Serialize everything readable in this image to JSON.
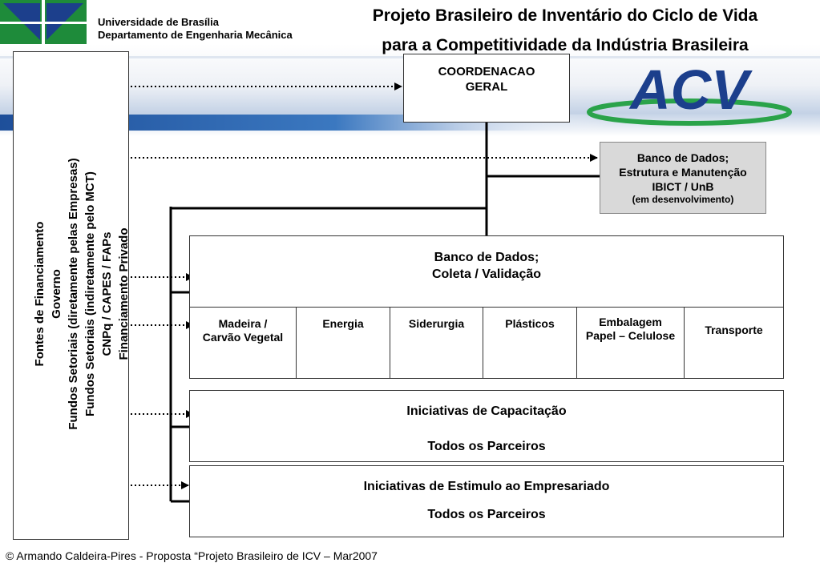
{
  "header": {
    "university": "Universidade de Brasília",
    "department": "Departamento de Engenharia Mecânica",
    "title_line1": "Projeto Brasileiro de Inventário do Ciclo de Vida",
    "title_line2": "para a Competitividade da Indústria Brasileira",
    "logo_text": "ACV"
  },
  "funding": {
    "lines": [
      "Fontes de Financiamento",
      "Governo",
      "Fundos Setoriais (diretamente pelas Empresas)",
      "Fundos Setoriais (indiretamente pelo MCT)",
      "CNPq / CAPES / FAPs",
      "Financiamento Privado"
    ]
  },
  "coordination": {
    "line1": "COORDENACAO",
    "line2": "GERAL"
  },
  "database_structure": {
    "line1": "Banco de Dados;",
    "line2": "Estrutura e Manutenção",
    "line3": "IBICT / UnB",
    "line4": "(em desenvolvimento)"
  },
  "collection": {
    "line1": "Banco de Dados;",
    "line2": "Coleta / Validação",
    "sectors": [
      {
        "line1": "Madeira /",
        "line2": "Carvão Vegetal"
      },
      {
        "line1": "Energia",
        "line2": ""
      },
      {
        "line1": "Siderurgia",
        "line2": ""
      },
      {
        "line1": "Plásticos",
        "line2": ""
      },
      {
        "line1": "Embalagem",
        "line2": "Papel – Celulose"
      },
      {
        "line1": "Transporte",
        "line2": ""
      }
    ]
  },
  "capacitation": {
    "title": "Iniciativas de Capacitação",
    "subtitle": "Todos os Parceiros"
  },
  "stimulus": {
    "title": "Iniciativas de Estimulo ao Empresariado",
    "subtitle": "Todos os Parceiros"
  },
  "footer": {
    "text": "© Armando Caldeira-Pires - Proposta “Projeto Brasileiro de ICV – Mar2007"
  },
  "colors": {
    "logo_blue": "#1c3f8c",
    "logo_green": "#2aa34a",
    "unb_green": "#1e8b3a",
    "unb_blue": "#1c3f8c",
    "banner_blue": "#2f68b0",
    "gray_box": "#d9d9d9"
  }
}
